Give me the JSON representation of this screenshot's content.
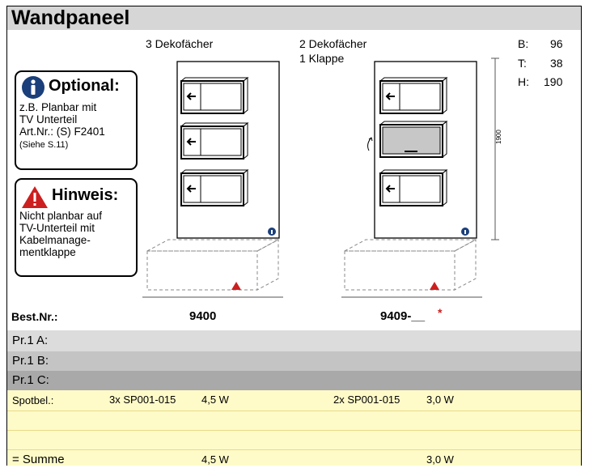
{
  "title": "Wandpaneel",
  "variants": [
    {
      "caption": [
        "3 Dekofächer"
      ],
      "best_nr": "9400"
    },
    {
      "caption": [
        "2 Dekofächer",
        "1 Klappe"
      ],
      "best_nr": "9409-__",
      "best_nr_mark": "*"
    }
  ],
  "dims": {
    "b_label": "B:",
    "b_value": "96",
    "t_label": "T:",
    "t_value": "38",
    "h_label": "H:",
    "h_value": "190",
    "height_mm": "1900"
  },
  "optional_box": {
    "icon": "info-icon",
    "heading": "Optional:",
    "lines": [
      "z.B. Planbar mit",
      "TV Unterteil",
      "Art.Nr.: (S) F2401"
    ],
    "note": "(Siehe S.11)"
  },
  "warning_box": {
    "icon": "warning-icon",
    "heading": "Hinweis:",
    "lines": [
      "Nicht planbar auf",
      "TV-Unterteil mit",
      "Kabelmanage-",
      "mentklappe"
    ]
  },
  "best_nr_label": "Best.Nr.:",
  "price_rows": [
    {
      "label": "Pr.1 A:",
      "color": "#dcdcdc"
    },
    {
      "label": "Pr.1 B:",
      "color": "#c4c4c4"
    },
    {
      "label": "Pr.1 C:",
      "color": "#a9a9a9"
    }
  ],
  "spot_row": {
    "label": "Spotbel.:",
    "left_item": "3x SP001-015",
    "left_power": "4,5 W",
    "right_item": "2x SP001-015",
    "right_power": "3,0 W"
  },
  "sum_row": {
    "label": "= Summe",
    "left_power": "4,5 W",
    "right_power": "3,0 W"
  },
  "colors": {
    "title_bar": "#d6d6d6",
    "yellow_rows": "#fffbc8",
    "info_blue": "#1a3f7a",
    "warning_red": "#cc1f1f",
    "flap_gray": "#c7c7c7"
  }
}
